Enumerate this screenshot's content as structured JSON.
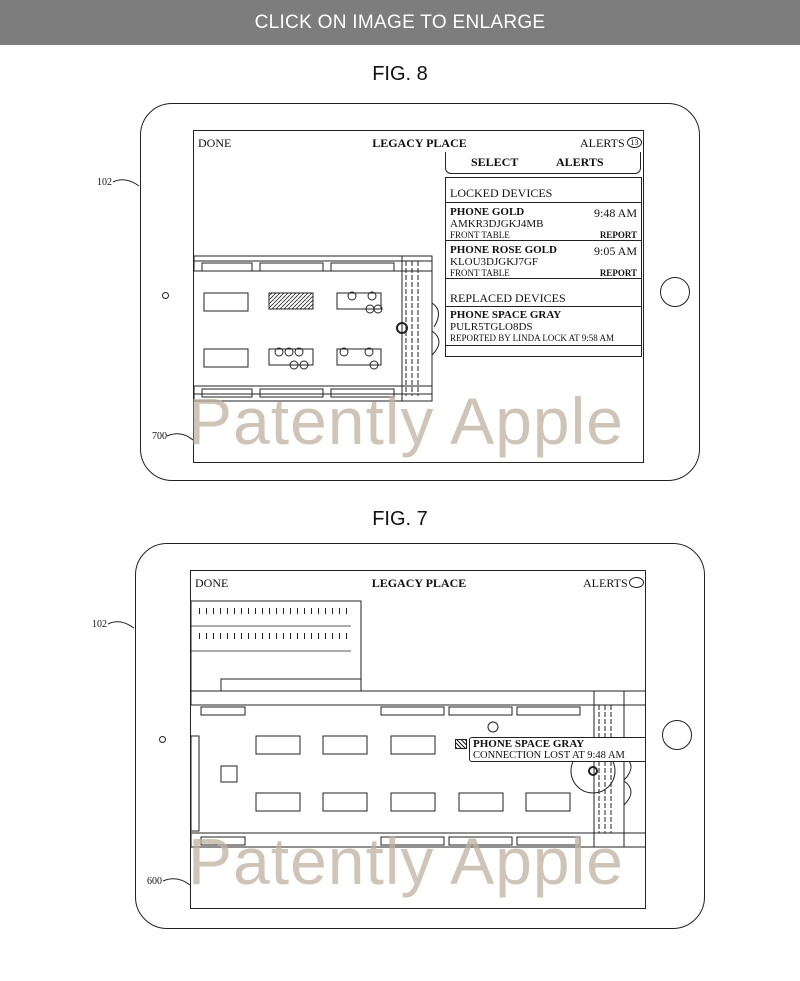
{
  "banner": {
    "text": "CLICK ON IMAGE TO ENLARGE"
  },
  "watermark": "Patently Apple",
  "fig8": {
    "title": "FIG. 8",
    "ref_device": "102",
    "ref_screen": "700",
    "header": {
      "done": "DONE",
      "title": "LEGACY PLACE",
      "alerts": "ALERTS",
      "alerts_count": "13"
    },
    "popover": {
      "tabs": [
        "SELECT",
        "ALERTS"
      ],
      "locked_heading": "LOCKED DEVICES",
      "locked": [
        {
          "name": "PHONE  GOLD",
          "time": "9:48 AM",
          "serial": "AMKR3DJGKJ4MB",
          "location": "FRONT TABLE",
          "action": "REPORT"
        },
        {
          "name": "PHONE  ROSE GOLD",
          "time": "9:05 AM",
          "serial": "KLOU3DJGKJ7GF",
          "location": "FRONT TABLE",
          "action": "REPORT"
        }
      ],
      "replaced_heading": "REPLACED DEVICES",
      "replaced": [
        {
          "name": "PHONE  SPACE GRAY",
          "serial": "PULR5TGLO8DS",
          "note": "REPORTED BY LINDA LOCK AT 9:58 AM"
        }
      ]
    }
  },
  "fig7": {
    "title": "FIG. 7",
    "ref_device": "102",
    "ref_screen": "600",
    "header": {
      "done": "DONE",
      "title": "LEGACY PLACE",
      "alerts": "ALERTS"
    },
    "callout": {
      "name": "PHONE SPACE GRAY",
      "status": "CONNECTION LOST AT 9:48 AM"
    }
  }
}
